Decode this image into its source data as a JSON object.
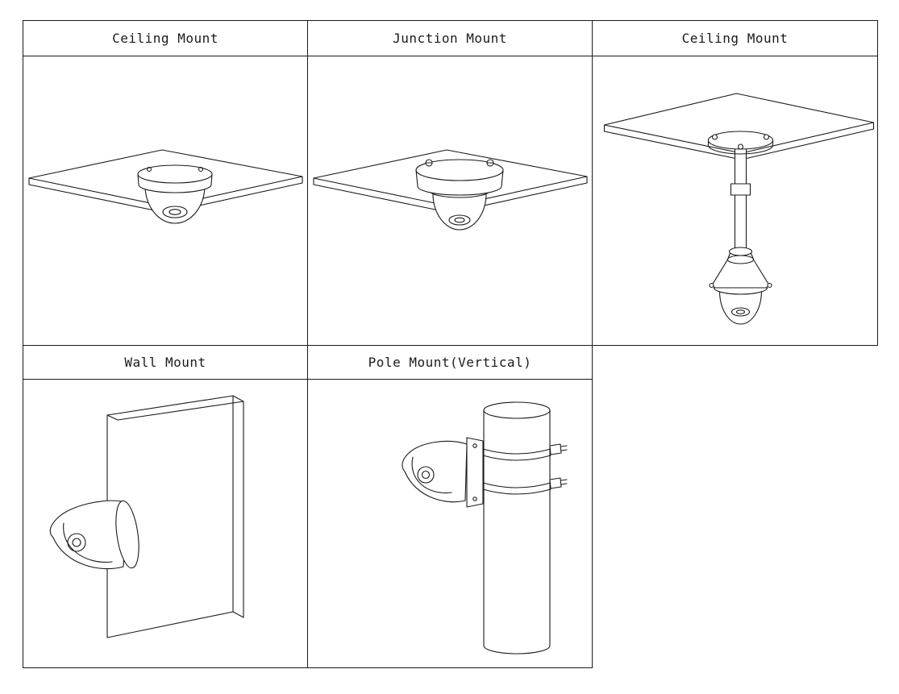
{
  "page": {
    "background_color": "#ffffff",
    "line_color": "#1a1a1a",
    "description": "Camera mounting options diagram"
  },
  "panels": [
    {
      "label": "Ceiling Mount",
      "illustration": "dome-camera-under-ceiling-tile"
    },
    {
      "label": "Junction Mount",
      "illustration": "dome-camera-with-junction-box-under-ceiling-tile"
    },
    {
      "label": "Ceiling Mount",
      "illustration": "pendant-pole-dome-camera-under-ceiling-tile"
    },
    {
      "label": "Wall Mount",
      "illustration": "dome-camera-on-wall"
    },
    {
      "label": "Pole Mount(Vertical)",
      "illustration": "dome-camera-strapped-to-vertical-pole"
    }
  ]
}
